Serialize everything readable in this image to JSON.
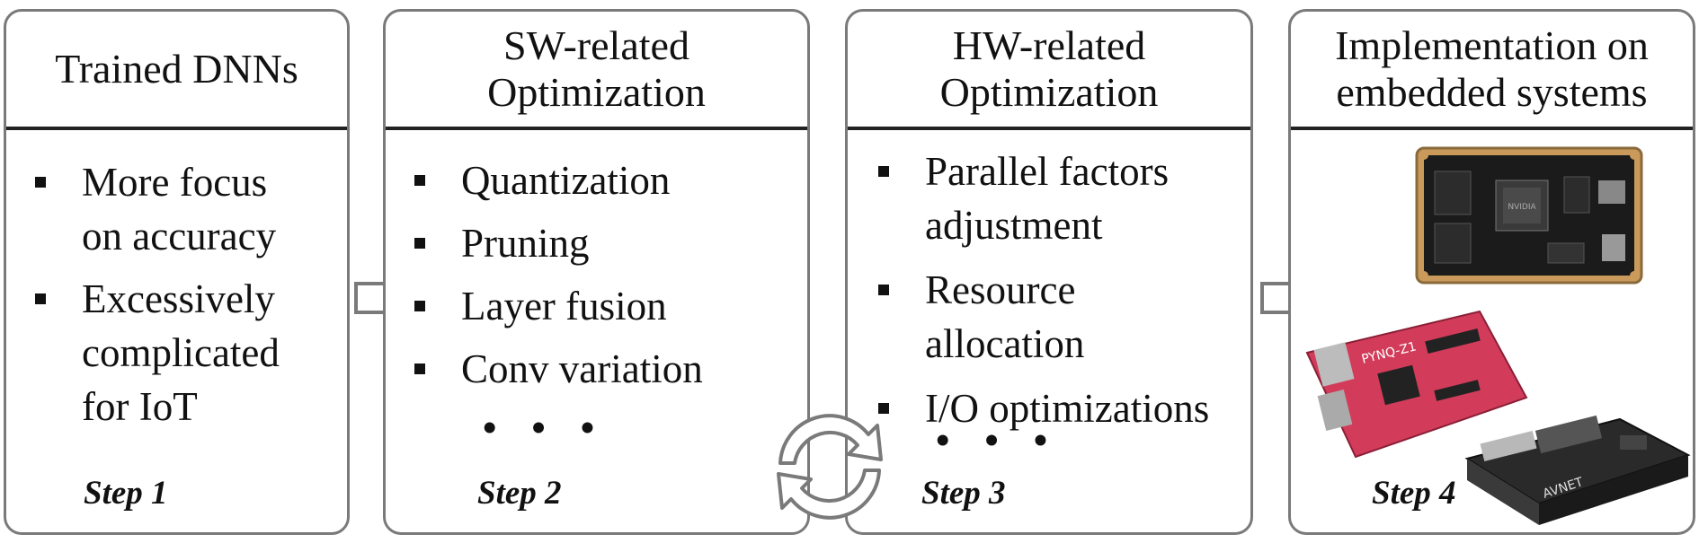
{
  "steps": [
    {
      "title": "Trained DNNs",
      "items": [
        "More focus\non accuracy",
        "Excessively\ncomplicated\nfor IoT"
      ],
      "dots": "",
      "step": "Step 1"
    },
    {
      "title": "SW-related\nOptimization",
      "items": [
        "Quantization",
        "Pruning",
        "Layer fusion",
        "Conv variation"
      ],
      "dots": "• • •",
      "step": "Step 2"
    },
    {
      "title": "HW-related\nOptimization",
      "items": [
        "Parallel factors\nadjustment",
        "Resource\nallocation",
        "I/O optimizations"
      ],
      "dots": "• • •",
      "step": "Step 3"
    },
    {
      "title": "Implementation on\nembedded systems",
      "items": [],
      "dots": "",
      "step": "Step 4"
    }
  ],
  "board_images": [
    "NVIDIA Jetson module",
    "PYNQ-Z1",
    "AVNET"
  ]
}
